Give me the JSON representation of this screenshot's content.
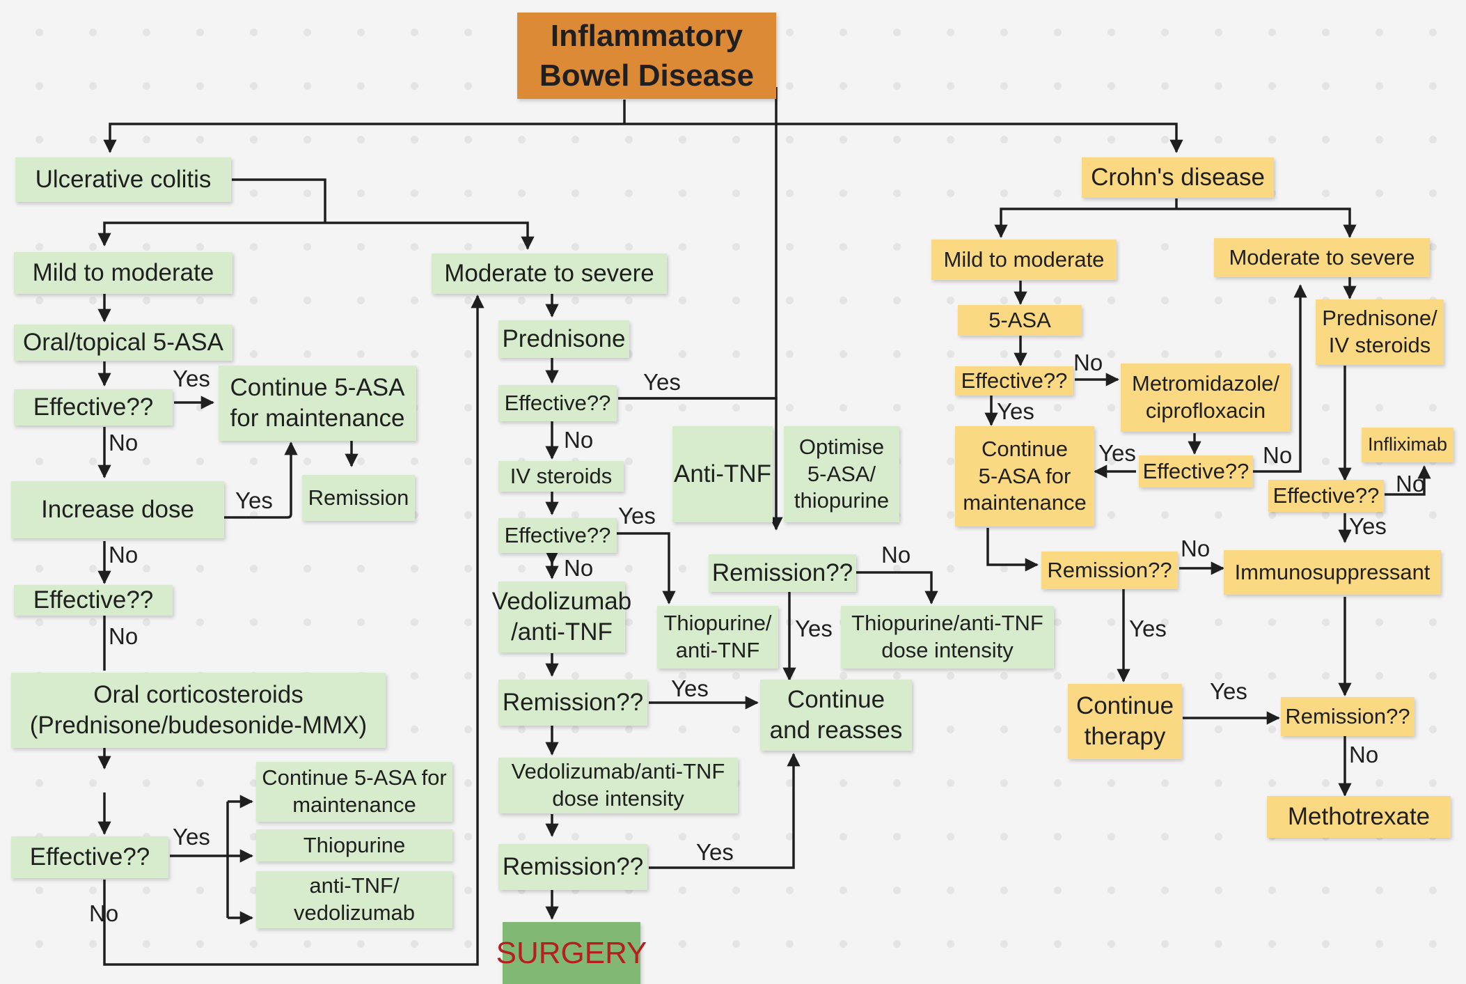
{
  "root": "Inflammatory\nBowel Disease",
  "uc": {
    "title": "Ulcerative colitis",
    "mild": {
      "label": "Mild to moderate",
      "oral_5asa": "Oral/topical 5-ASA",
      "effective_1": "Effective??",
      "continue_5asa": "Continue 5-ASA\nfor maintenance",
      "remission": "Remission",
      "increase_dose": "Increase dose",
      "effective_2": "Effective??",
      "oral_corticosteroids": "Oral corticosteroids\n(Prednisone/budesonide-MMX)",
      "effective_3": "Effective??",
      "opt_continue_5asa": "Continue 5-ASA for\nmaintenance",
      "opt_thiopurine": "Thiopurine",
      "opt_antitnf": "anti-TNF/\nvedolizumab"
    },
    "severe": {
      "label": "Moderate to severe",
      "prednisone": "Prednisone",
      "effective_1": "Effective??",
      "iv_steroids": "IV steroids",
      "effective_2": "Effective??",
      "vedolizumab": "Vedolizumab\n/anti-TNF",
      "thiopurine_antitnf": "Thiopurine/\nanti-TNF",
      "antitnf": "Anti-TNF",
      "optimise": "Optimise\n5-ASA/\nthiopurine",
      "remission_a": "Remission??",
      "thiopurine_intensity": "Thiopurine/anti-TNF\ndose intensity",
      "remission_b": "Remission??",
      "continue_reassess": "Continue\nand reasses",
      "vedolizumab_intensity": "Vedolizumab/anti-TNF\ndose intensity",
      "remission_c": "Remission??",
      "surgery": "SURGERY"
    }
  },
  "cd": {
    "title": "Crohn's disease",
    "mild": {
      "label": "Mild to moderate",
      "asa": "5-ASA",
      "effective_1": "Effective??",
      "metronidazole": "Metromidazole/\nciprofloxacin",
      "effective_2": "Effective??",
      "continue_5asa": "Continue\n5-ASA for\nmaintenance",
      "remission": "Remission??",
      "continue_therapy": "Continue\ntherapy"
    },
    "severe": {
      "label": "Moderate to severe",
      "prednisone": "Prednisone/\nIV steroids",
      "infliximab": "Infliximab",
      "effective": "Effective??",
      "immunosuppressant": "Immunosuppressant",
      "remission": "Remission??",
      "methotrexate": "Methotrexate"
    }
  },
  "labels": {
    "yes": "Yes",
    "no": "No"
  },
  "colors": {
    "uc_box": "#d6eccc",
    "cd_box": "#fbd982",
    "root_box": "#dd8a37",
    "surgery_text": "#b71e1e",
    "connector": "#1f1f1f"
  }
}
